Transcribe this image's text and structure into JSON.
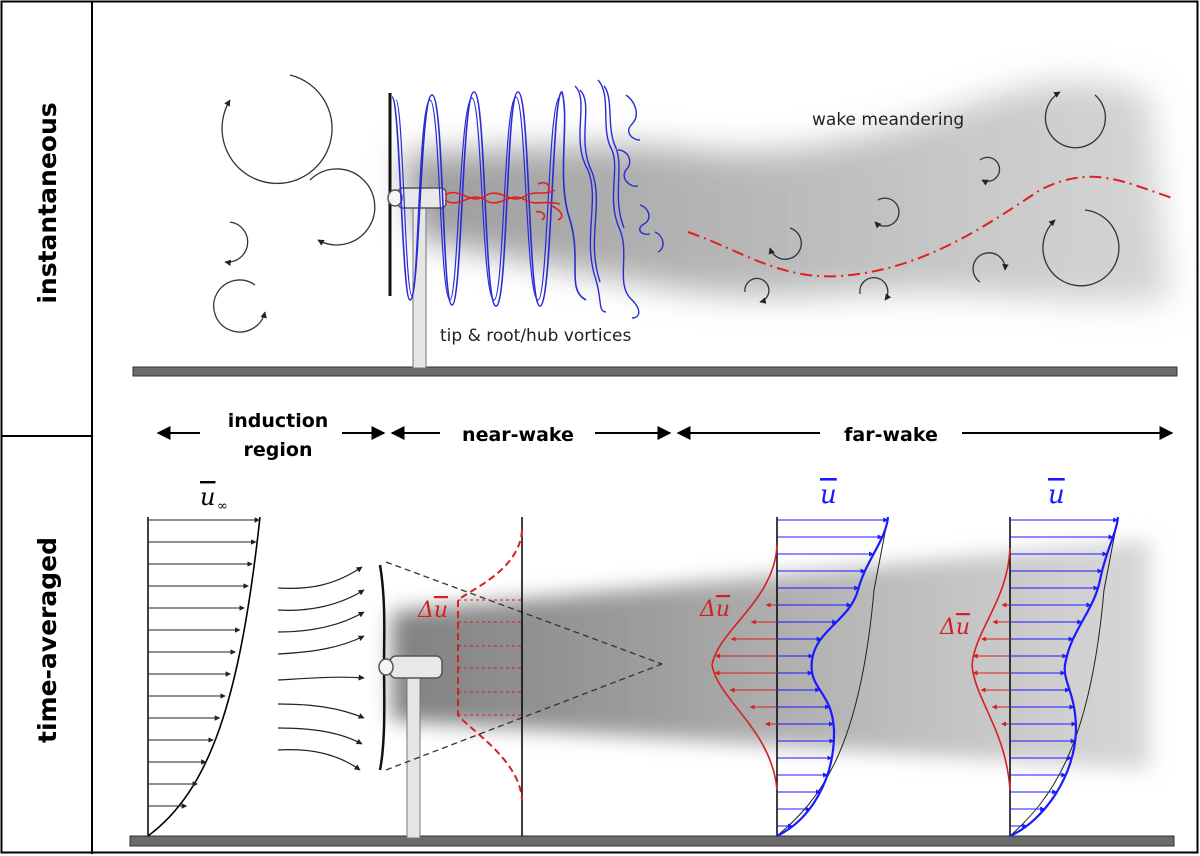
{
  "labels": {
    "panel_top": "instantaneous",
    "panel_bottom": "time-averaged",
    "wake_meandering": "wake meandering",
    "tip_vortices": "tip & root/hub vortices"
  },
  "regions": {
    "induction_line1": "induction",
    "induction_line2": "region",
    "near_wake": "near-wake",
    "far_wake": "far-wake"
  },
  "symbols": {
    "u_inf": "u",
    "u_inf_sub": "∞",
    "u_bar": "u",
    "delta_u_delta": "Δ",
    "delta_u_u": "u"
  },
  "colors": {
    "velocity_profile": "#1a1aff",
    "deficit_profile": "#d62020",
    "vortex_lines": "#2b2bd6",
    "wake_shading": "#9a9a9a",
    "ground": "#6b6b6b"
  },
  "icons": {
    "eddy": "circular-arrow-icon",
    "turbine": "wind-turbine-icon"
  }
}
